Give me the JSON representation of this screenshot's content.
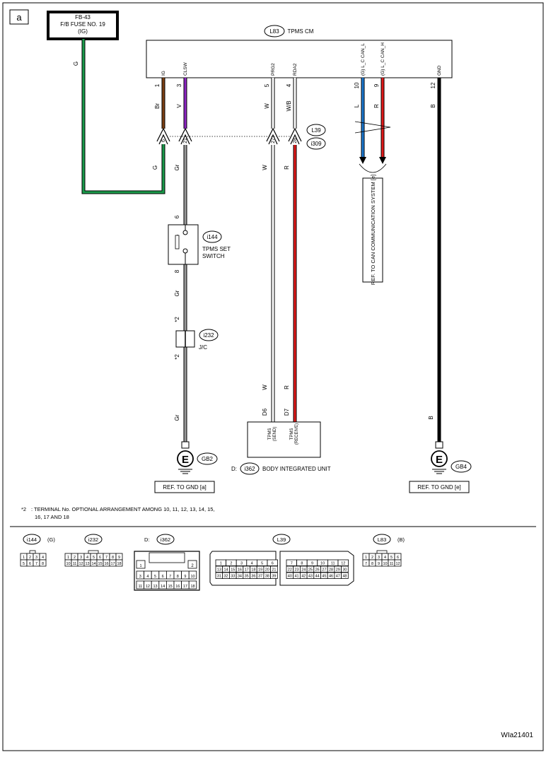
{
  "frame_label": "a",
  "fuse": {
    "line1": "FB-43",
    "line2": "F/B FUSE NO. 19",
    "line3": "(IG)"
  },
  "ecu": {
    "connector": "L83",
    "name": "TPMS CM"
  },
  "pins": [
    {
      "num": "1",
      "name": "IG",
      "wire": "Br"
    },
    {
      "num": "3",
      "name": "CLSW",
      "wire": "V"
    },
    {
      "num": "5",
      "name": "PRG2",
      "wire": "W"
    },
    {
      "num": "4",
      "name": "RDA2",
      "wire": "W/B"
    },
    {
      "num": "10",
      "name": "(G) L_C CAN_L",
      "wire": "L"
    },
    {
      "num": "9",
      "name": "(G) L_C CAN_H",
      "wire": "R"
    },
    {
      "num": "12",
      "name": "GND",
      "wire": "B"
    }
  ],
  "fuse_wire": "G",
  "junction": {
    "conn1": "L39",
    "conn2": "i309",
    "pin6": "6",
    "pin21": "21",
    "pin27": "27",
    "pin28": "28"
  },
  "lower_wires": {
    "g": "G",
    "gr": "Gr",
    "w": "W",
    "r": "R"
  },
  "can_ref": {
    "text": "REF. TO CAN COMMUNICATION SYSTEM [e]"
  },
  "switch": {
    "connector": "i144",
    "line1": "TPMS SET",
    "line2": "SWITCH",
    "pin_top": "6",
    "pin_bottom": "8"
  },
  "jc": {
    "connector": "i232",
    "name": "J/C",
    "mark": "*2"
  },
  "body_unit": {
    "prefix": "D:",
    "connector": "i362",
    "name": "BODY INTEGRATED UNIT",
    "pin_d6": "D6",
    "pin_d7": "D7",
    "sub1": "TPMS",
    "sub1b": "(SEND)",
    "sub2": "TPMS",
    "sub2b": "(RECEIVE)"
  },
  "ground_left": {
    "symbol": "E",
    "code": "GB2",
    "ref": "REF. TO GND [a]"
  },
  "ground_right": {
    "symbol": "E",
    "code": "GB4",
    "ref": "REF. TO GND [e]"
  },
  "note": {
    "mark": "*2",
    "line1": ": TERMINAL No. OPTIONAL ARRANGEMENT AMONG 10, 11, 12, 13, 14, 15,",
    "line2": "16, 17 AND 18"
  },
  "connectors": {
    "i144": {
      "label": "i144",
      "suffix": "(G)",
      "row1": [
        "1",
        "2",
        "3",
        "4"
      ],
      "row2": [
        "5",
        "6",
        "7",
        "8"
      ]
    },
    "i232": {
      "label": "i232",
      "row1": [
        "1",
        "2",
        "3",
        "4",
        "5",
        "6",
        "7",
        "8",
        "9"
      ],
      "row2": [
        "10",
        "11",
        "12",
        "13",
        "14",
        "15",
        "16",
        "17",
        "18"
      ]
    },
    "i362": {
      "prefix": "D:",
      "label": "i362",
      "top": [
        "1",
        "2"
      ],
      "mid": [
        "3",
        "4",
        "5",
        "6",
        "7",
        "8",
        "9",
        "10"
      ],
      "bot": [
        "11",
        "12",
        "13",
        "14",
        "15",
        "16",
        "17",
        "18"
      ]
    },
    "L39": {
      "label": "L39",
      "l1": [
        "1",
        "2",
        "3",
        "4",
        "5",
        "6"
      ],
      "l2": [
        "13",
        "14",
        "15",
        "16",
        "17",
        "18",
        "19",
        "20",
        "21"
      ],
      "l3": [
        "31",
        "32",
        "33",
        "34",
        "35",
        "36",
        "37",
        "38",
        "39"
      ],
      "r1": [
        "7",
        "8",
        "9",
        "10",
        "11",
        "12"
      ],
      "r2": [
        "22",
        "23",
        "24",
        "25",
        "26",
        "27",
        "28",
        "29",
        "30"
      ],
      "r3": [
        "40",
        "41",
        "42",
        "43",
        "44",
        "45",
        "46",
        "47",
        "48"
      ]
    },
    "L83": {
      "label": "L83",
      "suffix": "(B)",
      "row1": [
        "1",
        "2",
        "3",
        "4",
        "5",
        "6"
      ],
      "row2": [
        "7",
        "8",
        "9",
        "10",
        "11",
        "12"
      ]
    }
  },
  "figure_id": "WIa21401",
  "colors": {
    "G": "#1a9a4a",
    "Br": "#7b3f12",
    "V": "#8e26c4",
    "Gr": "#9a9a9a",
    "L": "#1d78d0",
    "R": "#e21a1a",
    "B": "#000000",
    "W": "#ffffff"
  }
}
